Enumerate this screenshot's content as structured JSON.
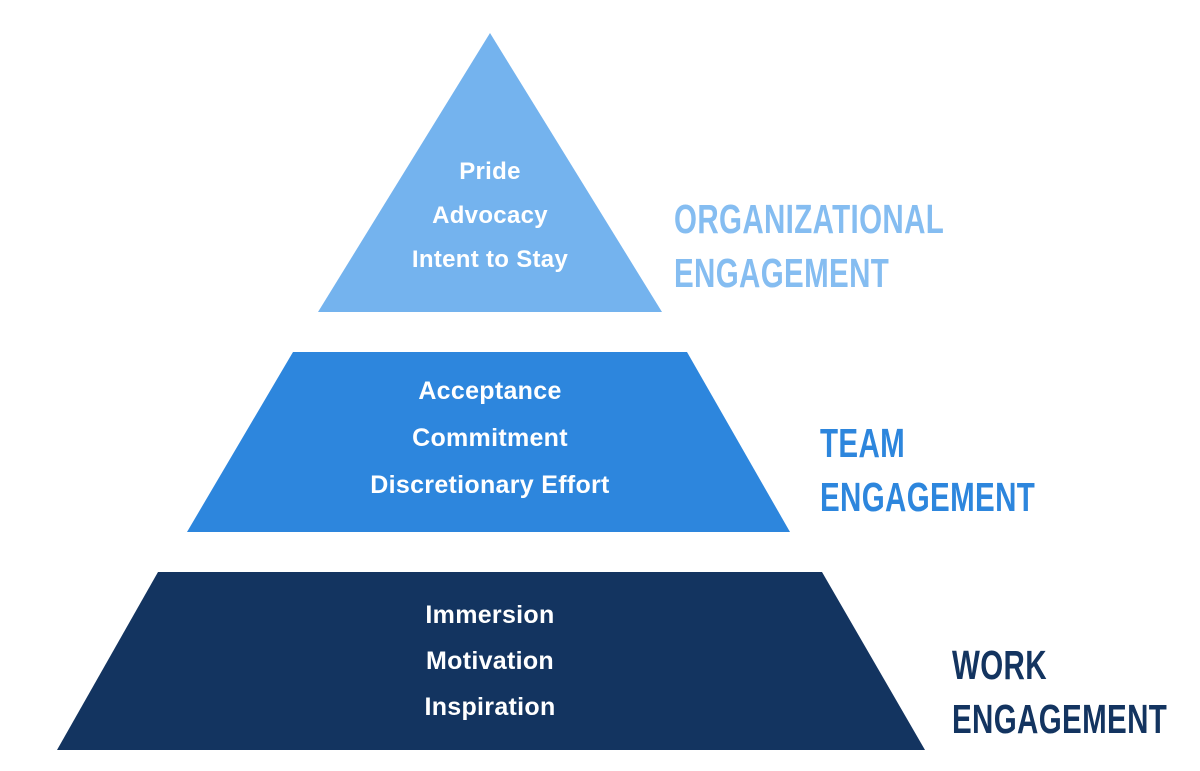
{
  "background_color": "#ffffff",
  "tiers": [
    {
      "id": "organizational-engagement",
      "items": [
        "Pride",
        "Advocacy",
        "Intent to Stay"
      ],
      "label": [
        "ORGANIZATIONAL",
        "ENGAGEMENT"
      ],
      "shape_color": "#74b3ee",
      "label_color": "#85bdf1",
      "item_text_color": "#ffffff"
    },
    {
      "id": "team-engagement",
      "items": [
        "Acceptance",
        "Commitment",
        "Discretionary Effort"
      ],
      "label": [
        "TEAM",
        "ENGAGEMENT"
      ],
      "shape_color": "#2d86dd",
      "label_color": "#2d86dd",
      "item_text_color": "#ffffff"
    },
    {
      "id": "work-engagement",
      "items": [
        "Immersion",
        "Motivation",
        "Inspiration"
      ],
      "label": [
        "WORK",
        "ENGAGEMENT"
      ],
      "shape_color": "#133460",
      "label_color": "#133460",
      "item_text_color": "#ffffff"
    }
  ]
}
